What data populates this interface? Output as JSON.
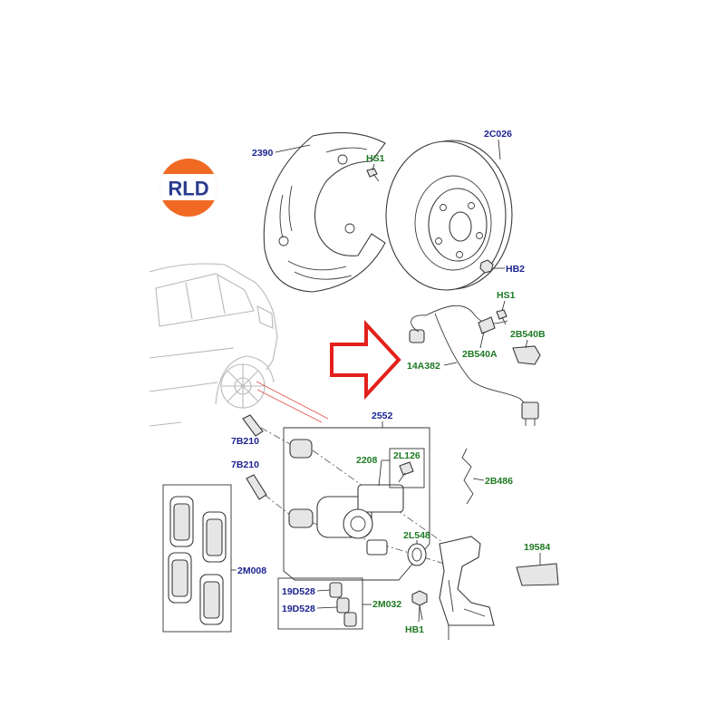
{
  "logo": {
    "text": "RLD"
  },
  "labels": {
    "shield": "2390",
    "shield_bolt": "HS1",
    "disc": "2C026",
    "disc_screw": "HB2",
    "sensor_bolt": "HS1",
    "clip_b": "2B540B",
    "bracket_a": "2B540A",
    "abs_sensor": "14A382",
    "caliper_assembly": "2552",
    "guide_pin_upper": "7B210",
    "housing": "2208",
    "bleed_screw": "2L126",
    "guide_pin_lower": "7B210",
    "spring": "2B486",
    "seal": "2L548",
    "grease": "19584",
    "pad_set": "2M008",
    "bushing_upper": "19D528",
    "bushing_lower": "19D528",
    "bushing_kit": "2M032",
    "carrier_bolt": "HB1"
  },
  "colors": {
    "blue_label": "#1c2390",
    "green_label": "#1d7a22",
    "arrow": "#e3201b",
    "logo_orange": "#f06a24",
    "logo_blue": "#2a3b8f"
  }
}
